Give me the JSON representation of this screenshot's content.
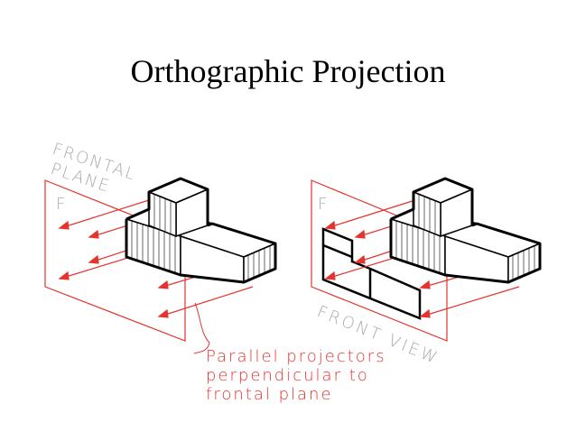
{
  "title": "Orthographic Projection",
  "labels": {
    "frontal_plane_line1": "FRONTAL",
    "frontal_plane_line2": "PLANE",
    "plane_left_letter": "F",
    "plane_right_letter": "F",
    "front_view": "FRONT VIEW",
    "note_line1": "Parallel projectors",
    "note_line2": "perpendicular to",
    "note_line3": "frontal plane"
  },
  "colors": {
    "projector": "#e3342f",
    "plane_label": "#aaaaaa",
    "object": "#000000"
  }
}
